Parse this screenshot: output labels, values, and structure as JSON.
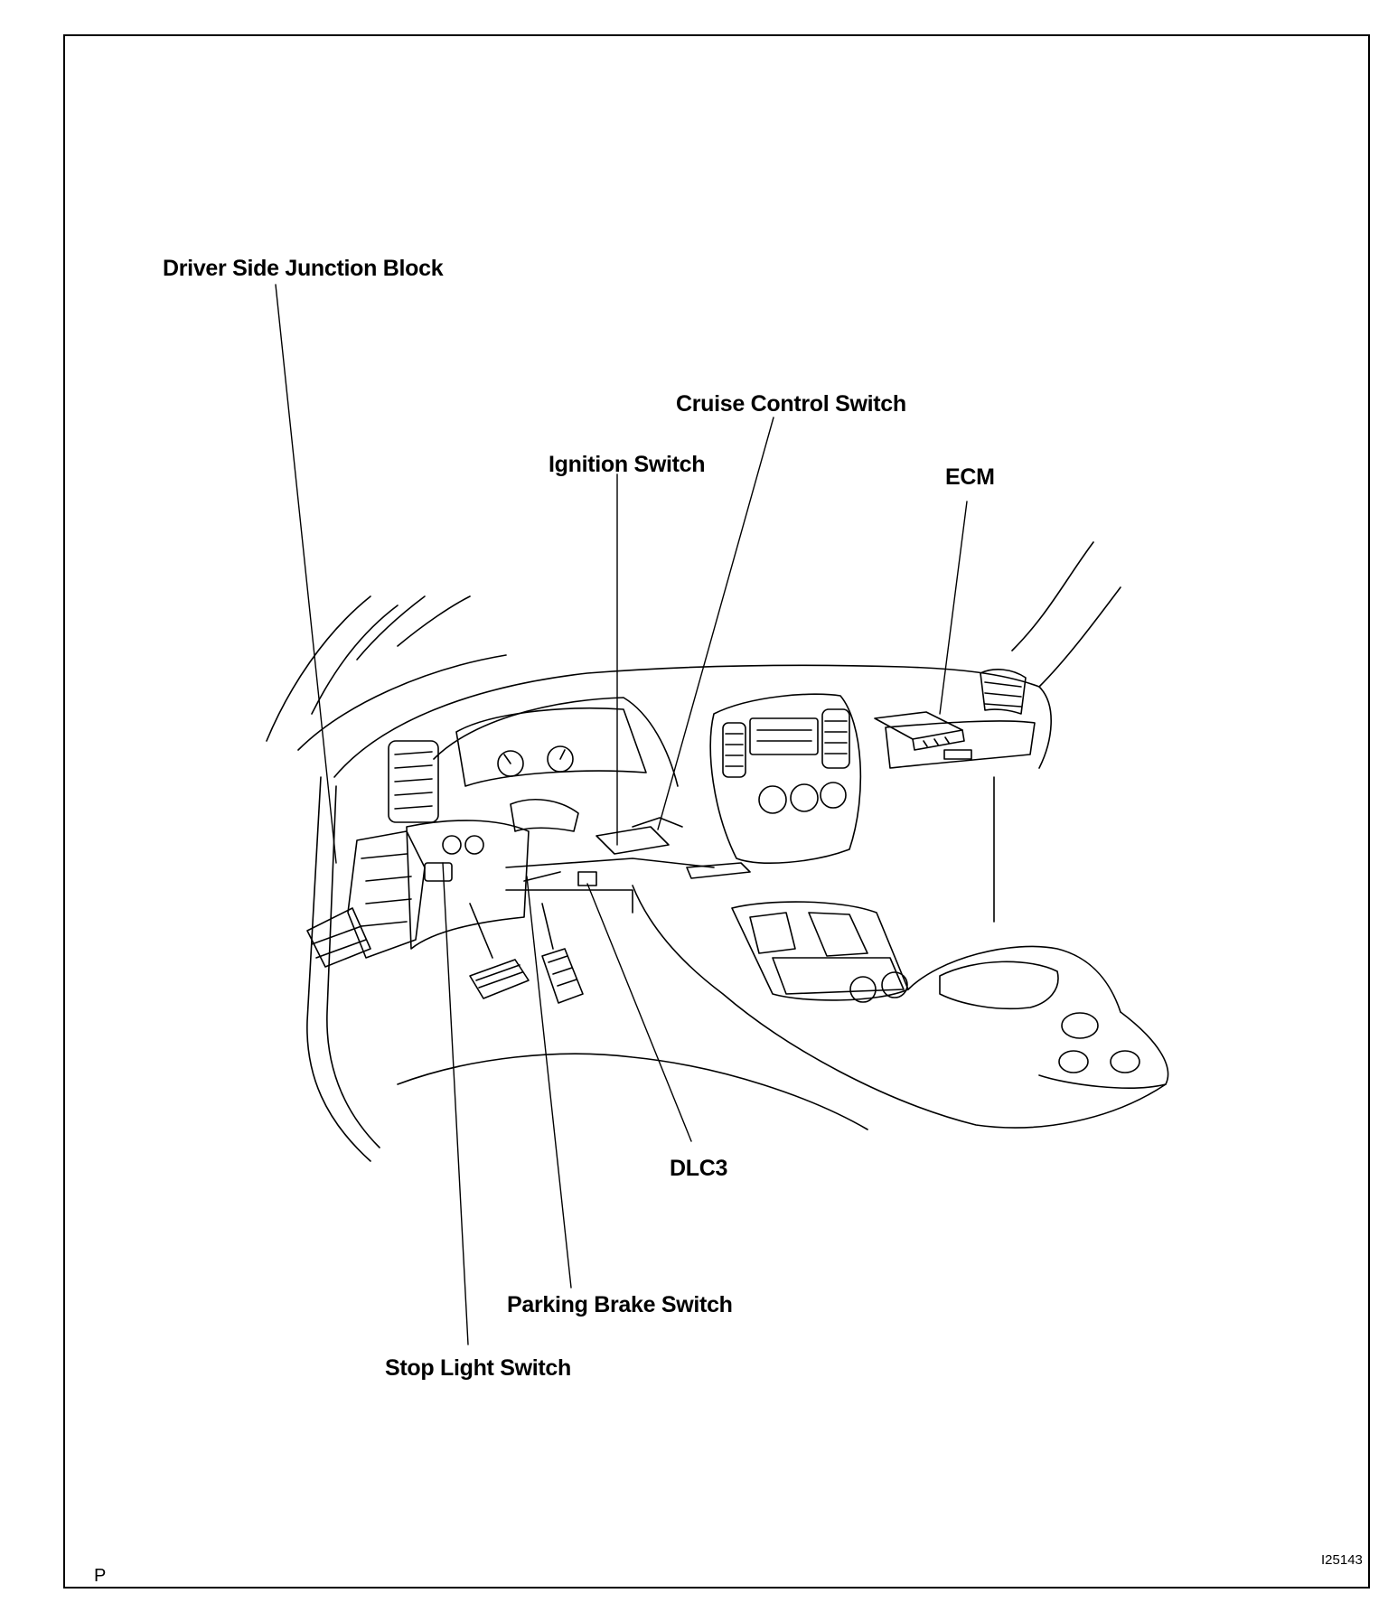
{
  "callouts": {
    "driver_side_junction_block": "Driver Side Junction Block",
    "cruise_control_switch": "Cruise Control Switch",
    "ignition_switch": "Ignition Switch",
    "ecm": "ECM",
    "dlc3": "DLC3",
    "parking_brake_switch": "Parking Brake Switch",
    "stop_light_switch": "Stop Light Switch"
  },
  "corner_mark": "P",
  "figure_id": "I25143",
  "colors": {
    "line": "#000000",
    "background": "#ffffff"
  }
}
